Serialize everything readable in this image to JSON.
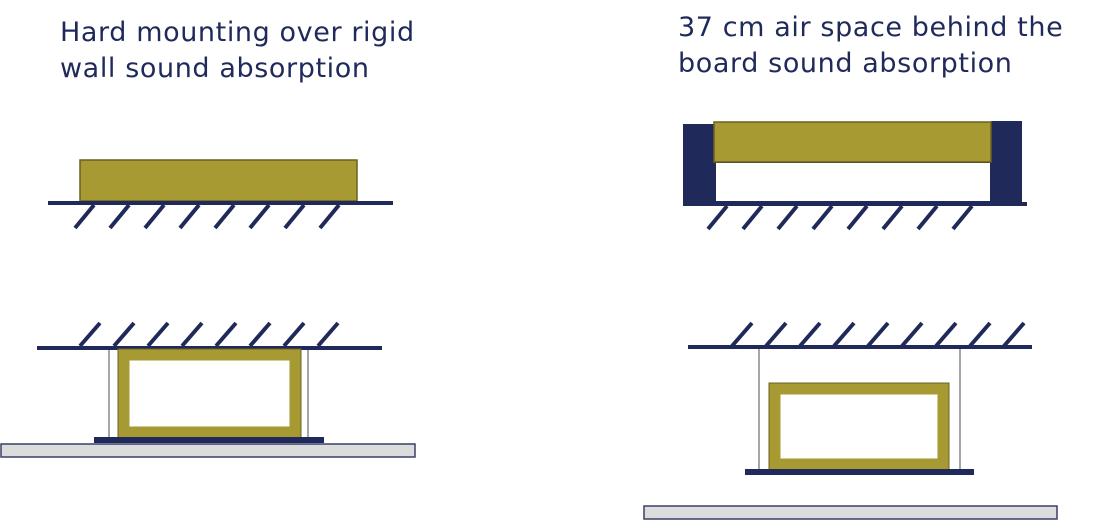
{
  "captions": {
    "hard_mount": [
      "Hard mounting over rigid",
      "wall sound absorption"
    ],
    "air_space": [
      "37 cm air space behind the",
      "board sound absorption"
    ]
  },
  "colors": {
    "absorber": "#a89a32",
    "absorber_edge": "#6b6020",
    "structure": "#1f2a5a",
    "hanger": "#888888",
    "ceiling_panel_fill": "#dcdcdc",
    "ceiling_panel_edge": "#3a3f6a"
  }
}
